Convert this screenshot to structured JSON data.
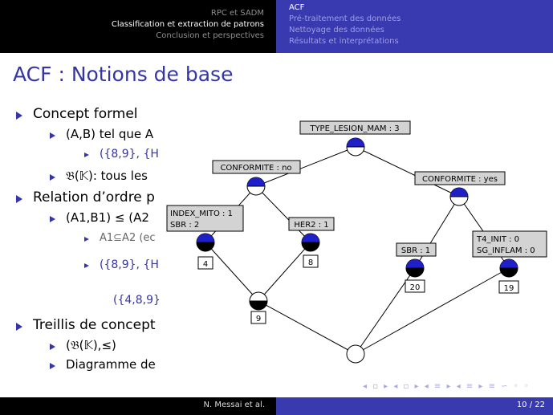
{
  "header": {
    "left_items": [
      "RPC et SADM",
      "Classification et extraction de patrons",
      "Conclusion et perspectives"
    ],
    "left_active": 1,
    "right_items": [
      "ACF",
      "Pré-traitement des données",
      "Nettoyage des données",
      "Résultats et interprétations"
    ],
    "right_active": 0
  },
  "slide": {
    "title": "ACF : Notions de base",
    "b1": "Concept formel",
    "b1_1": "(A,B) tel que A",
    "b1_1_1": "({8,9}, {H",
    "b1_2": "𝔅(𝕂): tous les",
    "b2": "Relation d’ordre p",
    "b2_1": "(A1,B1) ≤ (A2",
    "b2_1_1": "A1⊆A2 (ec",
    "b2_1_2": "({8,9}, {H",
    "b2_1_3": "({4,8,9}",
    "b3": "Treillis de concept",
    "b3_1": "(𝔅(𝕂),≤)",
    "b3_2": "Diagramme de"
  },
  "lattice": {
    "labels": {
      "top": "TYPE_LESION_MAM : 3",
      "conf_no": "CONFORMITE : no",
      "conf_yes": "CONFORMITE : yes",
      "index_line1": "INDEX_MITO : 1",
      "index_line2": "SBR : 2",
      "her2": "HER2 : 1",
      "sbr1": "SBR : 1",
      "t4_line1": "T4_INIT : 0",
      "t4_line2": "SG_INFLAM : 0"
    },
    "extents": {
      "n4": "4",
      "n8": "8",
      "n9": "9",
      "n20": "20",
      "n19": "19"
    }
  },
  "footer": {
    "author": "N. Messai et al.",
    "page": "10 / 22",
    "nav_symbols": "◂ ▫ ▸ ◂ ▫ ▸ ◂ ≡ ▸ ◂ ≡ ▸ ≡ ∽ ◦ ◦"
  }
}
